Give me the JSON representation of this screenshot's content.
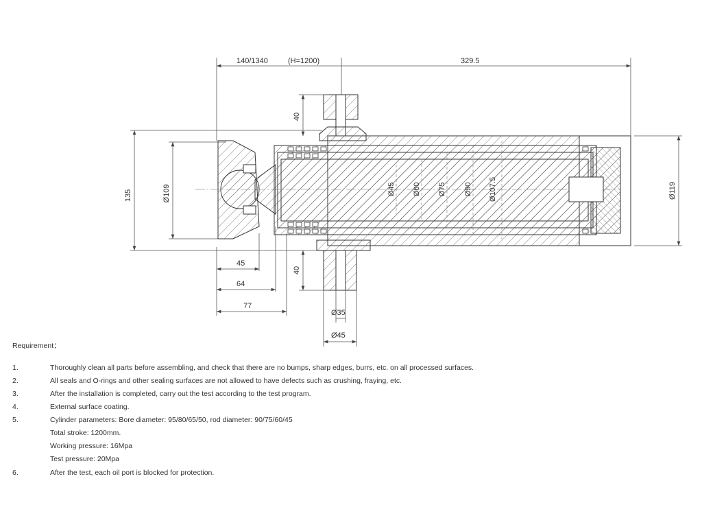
{
  "dimensions": {
    "top_left": "140/1340",
    "top_h": "(H=1200)",
    "top_right": "329.5",
    "port_top_height": "40",
    "port_bottom_height": "40",
    "overall_height": "135",
    "dia_109": "Ø109",
    "dia_45_rod": "Ø45",
    "dia_60": "Ø60",
    "dia_75": "Ø75",
    "dia_90": "Ø90",
    "dia_107_5": "Ø107.5",
    "dia_119": "Ø119",
    "len_45": "45",
    "len_64": "64",
    "len_77": "77",
    "port_dia_35": "Ø35",
    "port_dia_45": "Ø45"
  },
  "requirements": {
    "title": "Requirement：",
    "items": [
      {
        "num": "1.",
        "text": "Thoroughly clean all parts before assembling, and check that there are no bumps, sharp edges, burrs, etc. on all processed surfaces."
      },
      {
        "num": "2.",
        "text": "All seals and O-rings and other sealing surfaces are not allowed to have defects such as crushing, fraying, etc."
      },
      {
        "num": "3.",
        "text": "After the installation is completed, carry out the test according to the test program."
      },
      {
        "num": "4.",
        "text": "External surface coating."
      },
      {
        "num": "5.",
        "text": "Cylinder parameters: Bore diameter: 95/80/65/50, rod diameter: 90/75/60/45"
      },
      {
        "num": "6.",
        "text": "After the test, each oil port is blocked for protection."
      }
    ],
    "sub_items": [
      "Total stroke: 1200mm.",
      "Working pressure: 16Mpa",
      "Test pressure:   20Mpa"
    ]
  }
}
